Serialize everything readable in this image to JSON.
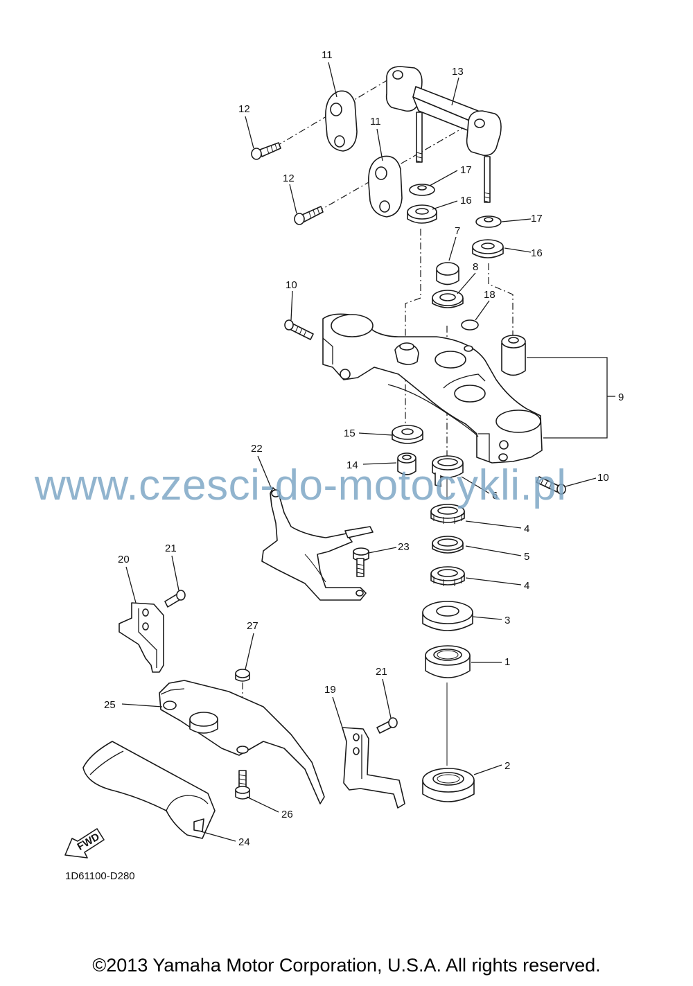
{
  "diagram": {
    "callouts": [
      {
        "id": "c11a",
        "label": "11"
      },
      {
        "id": "c11b",
        "label": "11"
      },
      {
        "id": "c13",
        "label": "13"
      },
      {
        "id": "c12a",
        "label": "12"
      },
      {
        "id": "c12b",
        "label": "12"
      },
      {
        "id": "c17a",
        "label": "17"
      },
      {
        "id": "c16a",
        "label": "16"
      },
      {
        "id": "c17b",
        "label": "17"
      },
      {
        "id": "c16b",
        "label": "16"
      },
      {
        "id": "c7",
        "label": "7"
      },
      {
        "id": "c8",
        "label": "8"
      },
      {
        "id": "c18",
        "label": "18"
      },
      {
        "id": "c10a",
        "label": "10"
      },
      {
        "id": "c9",
        "label": "9"
      },
      {
        "id": "c15",
        "label": "15"
      },
      {
        "id": "c14",
        "label": "14"
      },
      {
        "id": "c10b",
        "label": "10"
      },
      {
        "id": "c22",
        "label": "22"
      },
      {
        "id": "c6",
        "label": "6"
      },
      {
        "id": "c4a",
        "label": "4"
      },
      {
        "id": "c5",
        "label": "5"
      },
      {
        "id": "c23",
        "label": "23"
      },
      {
        "id": "c4b",
        "label": "4"
      },
      {
        "id": "c20",
        "label": "20"
      },
      {
        "id": "c21a",
        "label": "21"
      },
      {
        "id": "c3",
        "label": "3"
      },
      {
        "id": "c27",
        "label": "27"
      },
      {
        "id": "c1",
        "label": "1"
      },
      {
        "id": "c21b",
        "label": "21"
      },
      {
        "id": "c19",
        "label": "19"
      },
      {
        "id": "c25",
        "label": "25"
      },
      {
        "id": "c2",
        "label": "2"
      },
      {
        "id": "c26",
        "label": "26"
      },
      {
        "id": "c24",
        "label": "24"
      }
    ],
    "fwd_label": "FWD",
    "diagram_code": "1D61100-D280"
  },
  "watermark": "www.czesci-do-motocykli.pl",
  "copyright": "©2013 Yamaha Motor Corporation, U.S.A. All rights reserved."
}
